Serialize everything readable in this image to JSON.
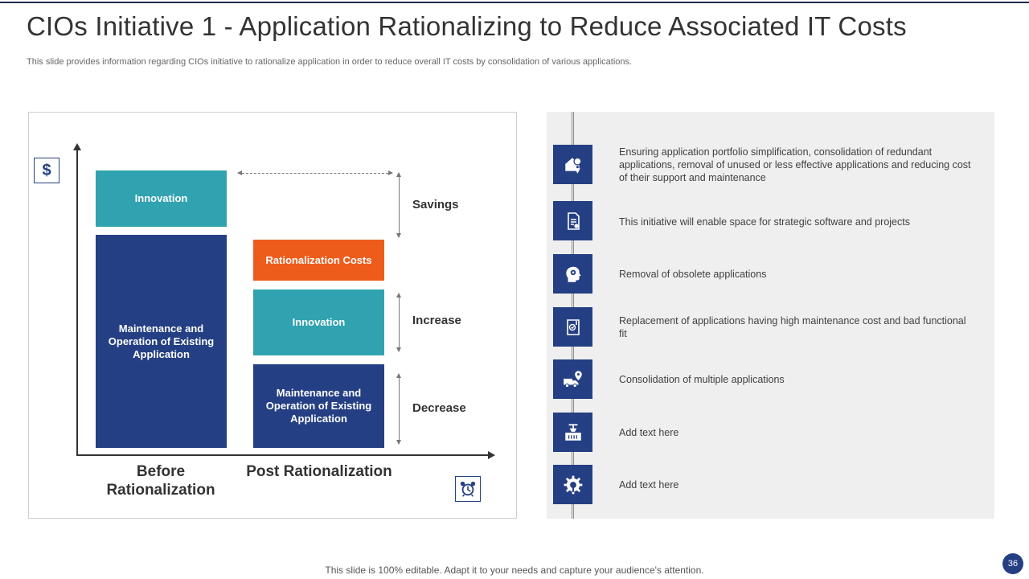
{
  "header": {
    "title": "CIOs Initiative 1 - Application Rationalizing to Reduce Associated IT Costs",
    "subtitle": "This slide provides information regarding CIOs initiative to rationalize application in order to reduce overall IT costs by consolidation of various applications."
  },
  "diagram": {
    "icons": {
      "top_left": "dollar-icon",
      "bottom_right": "alarm-clock-icon"
    },
    "before": {
      "innovation": "Innovation",
      "maintenance": "Maintenance and Operation of Existing Application",
      "category": "Before Rationalization"
    },
    "post": {
      "rationalization_costs": "Rationalization Costs",
      "innovation": "Innovation",
      "maintenance": "Maintenance and Operation of Existing Application",
      "category": "Post Rationalization"
    },
    "labels": {
      "savings": "Savings",
      "increase": "Increase",
      "decrease": "Decrease"
    },
    "colors": {
      "teal": "#31a2b0",
      "navy": "#243f83",
      "orange": "#ee5c1c"
    }
  },
  "initiatives": [
    {
      "icon": "house-location-icon",
      "text": "Ensuring application portfolio simplification, consolidation of redundant applications, removal  of unused or less effective  applications and reducing cost of their support and maintenance"
    },
    {
      "icon": "document-settings-icon",
      "text": "This initiative will enable space for strategic software and projects"
    },
    {
      "icon": "head-gear-icon",
      "text": "Removal  of obsolete applications"
    },
    {
      "icon": "checklist-icon",
      "text": "Replacement of applications having  high maintenance cost and bad functional fit"
    },
    {
      "icon": "delivery-truck-location-icon",
      "text": "Consolidation  of multiple applications"
    },
    {
      "icon": "package-scale-icon",
      "text": "Add text here"
    },
    {
      "icon": "gear-wrench-icon",
      "text": "Add text here"
    }
  ],
  "footer": {
    "note": "This slide is 100% editable. Adapt it to your needs and capture your audience's attention.",
    "page_number": "36"
  }
}
